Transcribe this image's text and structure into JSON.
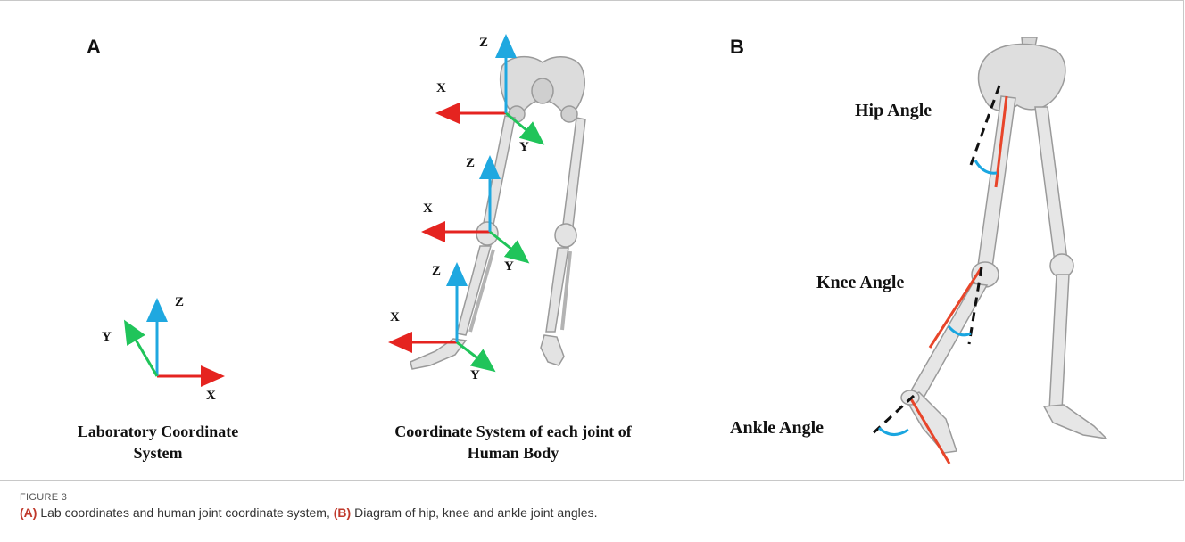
{
  "panel_a": {
    "letter": "A",
    "lab_axes": {
      "z": "Z",
      "y": "Y",
      "x": "X"
    },
    "joint_axes": {
      "z": "Z",
      "y": "Y",
      "x": "X"
    },
    "lab_title_line1": "Laboratory Coordinate",
    "lab_title_line2": "System",
    "joint_title_line1": "Coordinate System of each joint of",
    "joint_title_line2": "Human Body"
  },
  "panel_b": {
    "letter": "B",
    "hip": "Hip Angle",
    "knee": "Knee Angle",
    "ankle": "Ankle Angle"
  },
  "colors": {
    "x_axis": "#e52420",
    "y_axis": "#20c45a",
    "z_axis": "#1fa8e0",
    "limb_line": "#e8452a",
    "arc": "#1aa6e0"
  },
  "figure": {
    "label": "FIGURE 3",
    "caption_a_tag": "(A)",
    "caption_a_text": " Lab coordinates and human joint coordinate system, ",
    "caption_b_tag": "(B)",
    "caption_b_text": " Diagram of hip, knee and ankle joint angles."
  }
}
